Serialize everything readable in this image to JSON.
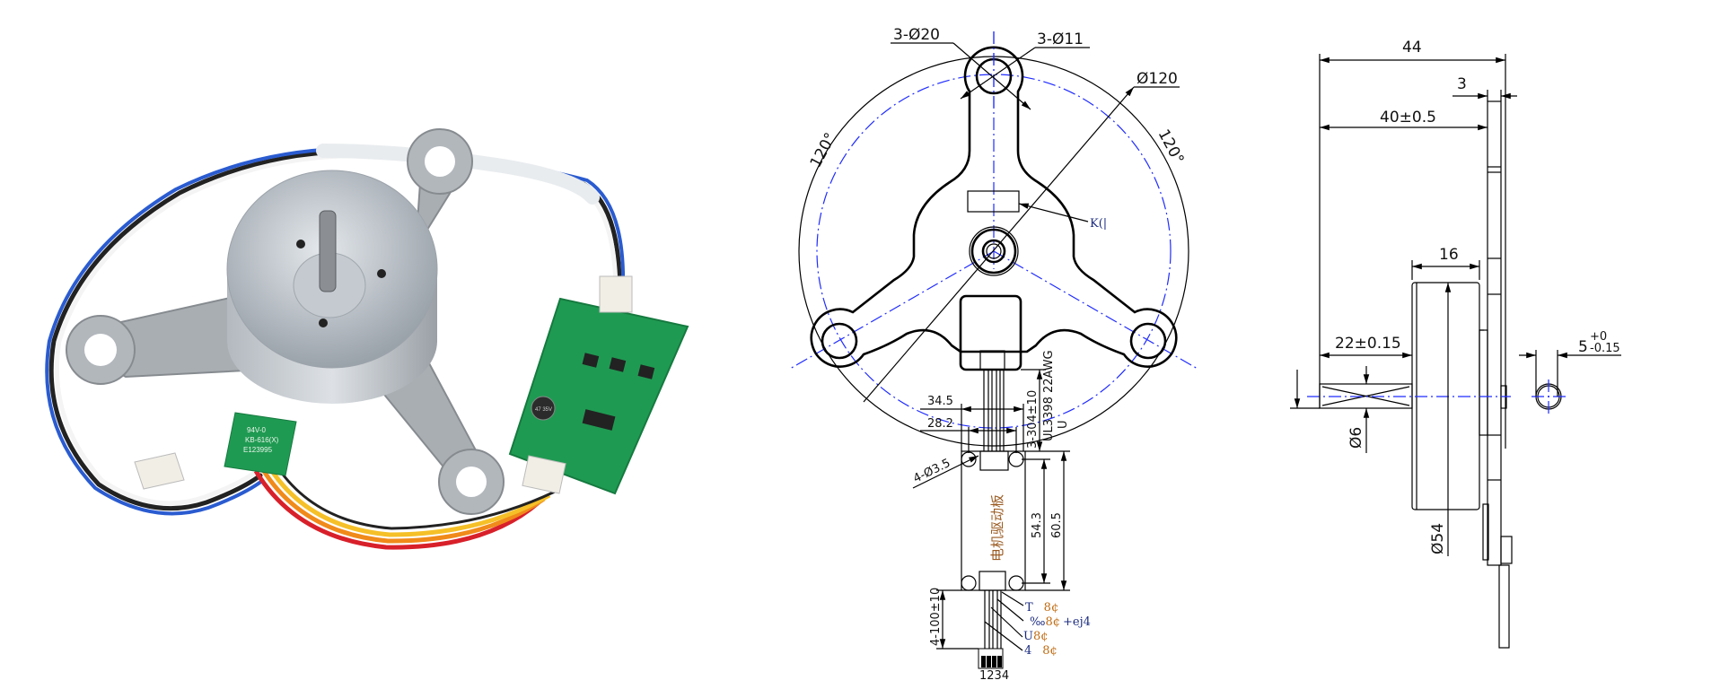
{
  "photo": {
    "sensor_label_lines": [
      "94V-0",
      "KB-616(X)",
      "E123995"
    ],
    "capacitor_label": "47 35V"
  },
  "front_view": {
    "hole_outer_label": "3-Ø20",
    "hole_inner_label": "3-Ø11",
    "diameter_label": "Ø120",
    "angle_left": "120°",
    "angle_right": "120°",
    "label_callout": "K(|",
    "width_board": "34.5",
    "hole_spacing": "28.2",
    "mount_holes": "4-Ø3.5",
    "cable_length": "3-304±10",
    "cable_spec": "UL3398  22AWG",
    "cable_u": "U",
    "board_height_inner": "54.3",
    "board_height": "60.5",
    "board_name": "电机驱动板",
    "output_cable": "4-100±10",
    "pin_labels": [
      {
        "a": "T",
        "b": "8¢",
        "c": ""
      },
      {
        "a": "‰",
        "b": "8¢",
        "c": "+ej4"
      },
      {
        "a": "U",
        "b": "8¢",
        "c": ""
      },
      {
        "a": "4",
        "b": "8¢",
        "c": ""
      }
    ],
    "pin_numbers": "1234"
  },
  "side_view": {
    "overall_length": "44",
    "flange_thickness": "3",
    "body_length": "40±0.5",
    "can_length": "16",
    "shaft_length": "22±0.15",
    "shaft_diameter": "Ø6",
    "can_diameter": "Ø54",
    "flat_main": "5",
    "flat_tol_upper": "+0",
    "flat_tol_lower": "-0.15"
  },
  "colors": {
    "centerline": "#1f2bff",
    "pcb": "#1f9a52",
    "bracket": "#a9aeb3"
  }
}
